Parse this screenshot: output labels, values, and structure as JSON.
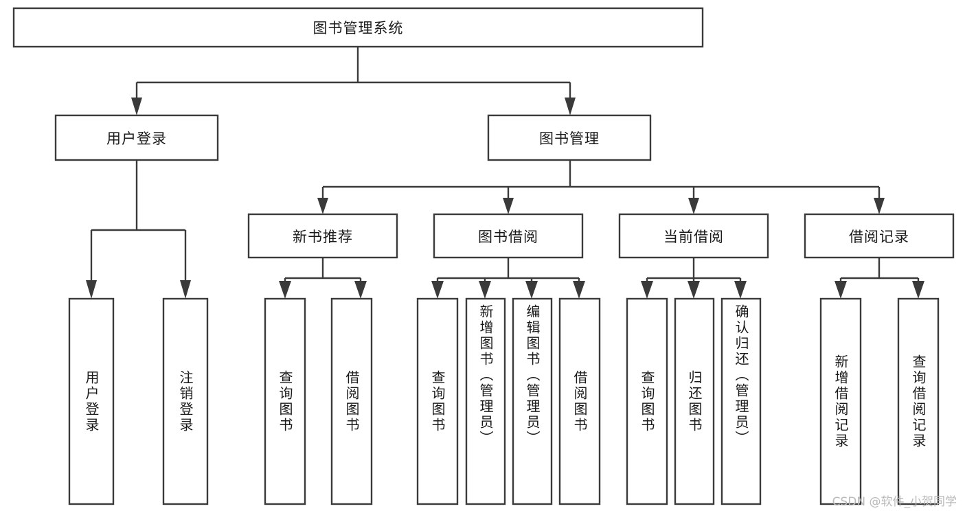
{
  "diagram": {
    "title": "图书管理系统",
    "type": "tree-hierarchy",
    "watermark": "CSDN @软件_小贺同学",
    "colors": {
      "box_fill": "#ffffff",
      "box_stroke": "#3a3a3a",
      "text": "#1a1a1a",
      "watermark": "#b9b9b9",
      "background": "#ffffff"
    },
    "levels": {
      "root": {
        "label": "图书管理系统"
      },
      "level2": [
        {
          "id": "user-login",
          "label": "用户登录"
        },
        {
          "id": "book-management",
          "label": "图书管理"
        }
      ],
      "level3": [
        {
          "id": "new-book-recommend",
          "label": "新书推荐",
          "parent": "book-management"
        },
        {
          "id": "book-borrow",
          "label": "图书借阅",
          "parent": "book-management"
        },
        {
          "id": "current-borrow",
          "label": "当前借阅",
          "parent": "book-management"
        },
        {
          "id": "borrow-record",
          "label": "借阅记录",
          "parent": "book-management"
        }
      ],
      "leaves": [
        {
          "id": "leaf-user-login",
          "label": "用户登录",
          "parent": "user-login"
        },
        {
          "id": "leaf-logout-login",
          "label": "注销登录",
          "parent": "user-login"
        },
        {
          "id": "leaf-query-book-1",
          "label": "查询图书",
          "parent": "new-book-recommend"
        },
        {
          "id": "leaf-borrow-book-1",
          "label": "借阅图书",
          "parent": "new-book-recommend"
        },
        {
          "id": "leaf-query-book-2",
          "label": "查询图书",
          "parent": "book-borrow"
        },
        {
          "id": "leaf-add-book",
          "label": "新增图书（管理员）",
          "parent": "book-borrow"
        },
        {
          "id": "leaf-edit-book",
          "label": "编辑图书（管理员）",
          "parent": "book-borrow"
        },
        {
          "id": "leaf-borrow-book-2",
          "label": "借阅图书",
          "parent": "book-borrow"
        },
        {
          "id": "leaf-query-book-3",
          "label": "查询图书",
          "parent": "current-borrow"
        },
        {
          "id": "leaf-return-book",
          "label": "归还图书",
          "parent": "current-borrow"
        },
        {
          "id": "leaf-confirm-return",
          "label": "确认归还（管理员）",
          "parent": "current-borrow"
        },
        {
          "id": "leaf-add-borrow-record",
          "label": "新增借阅记录",
          "parent": "borrow-record"
        },
        {
          "id": "leaf-query-borrow-record",
          "label": "查询借阅记录",
          "parent": "borrow-record"
        }
      ]
    }
  }
}
